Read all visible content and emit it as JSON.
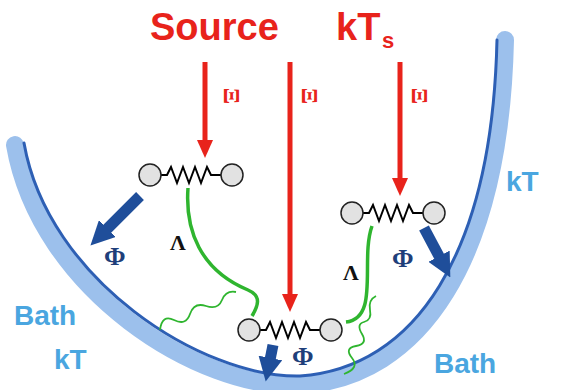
{
  "diagram": {
    "labels": [
      "Source",
      "kT",
      "s",
      "Ξ",
      "Ξ",
      "Ξ",
      "Λ",
      "Λ",
      "Φ",
      "Φ",
      "Φ",
      "Bath",
      "kT",
      "kT",
      "Bath"
    ]
  }
}
